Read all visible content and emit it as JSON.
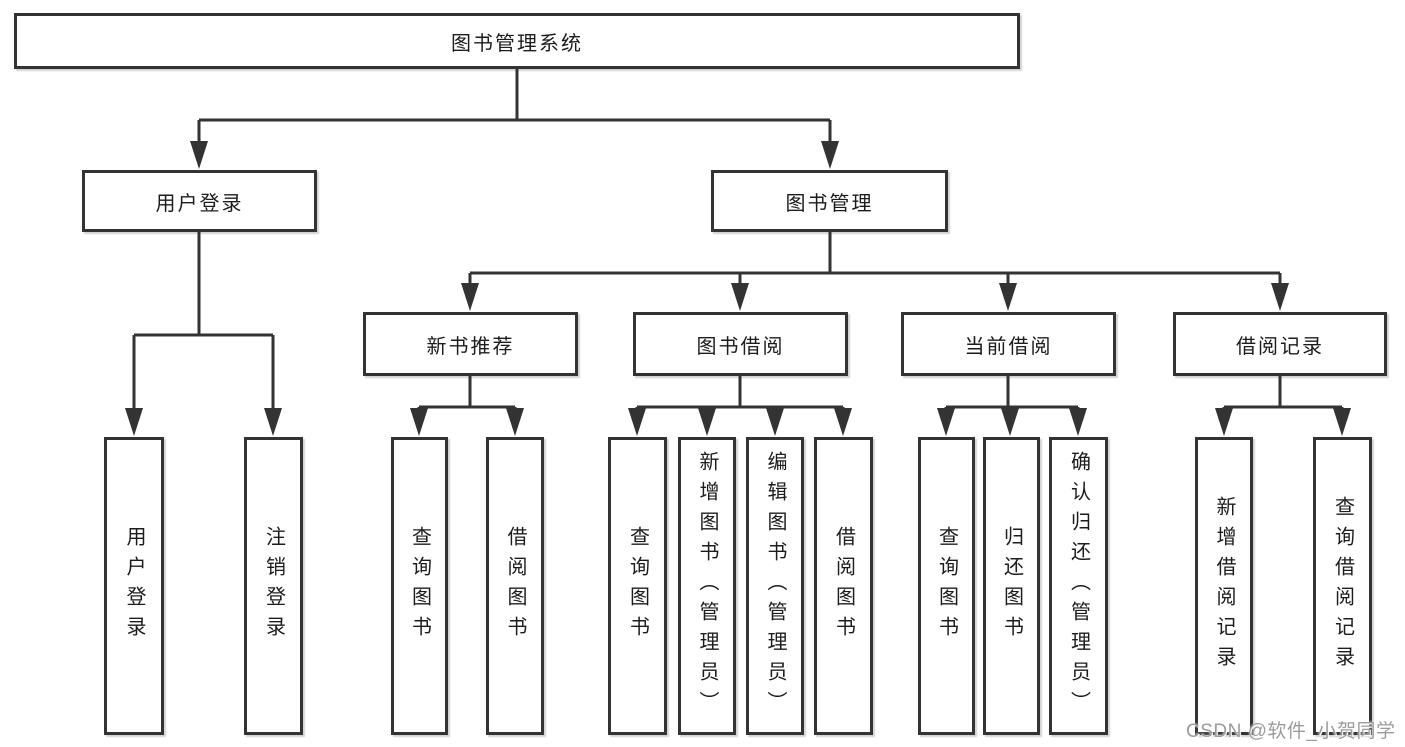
{
  "tree": {
    "label": "图书管理系统",
    "children": [
      {
        "label": "用户登录",
        "children": [
          {
            "label": "用户登录"
          },
          {
            "label": "注销登录"
          }
        ]
      },
      {
        "label": "图书管理",
        "children": [
          {
            "label": "新书推荐",
            "children": [
              {
                "label": "查询图书"
              },
              {
                "label": "借阅图书"
              }
            ]
          },
          {
            "label": "图书借阅",
            "children": [
              {
                "label": "查询图书"
              },
              {
                "label": "新增图书（管理员）"
              },
              {
                "label": "编辑图书（管理员）"
              },
              {
                "label": "借阅图书"
              }
            ]
          },
          {
            "label": "当前借阅",
            "children": [
              {
                "label": "查询图书"
              },
              {
                "label": "归还图书"
              },
              {
                "label": "确认归还（管理员）"
              }
            ]
          },
          {
            "label": "借阅记录",
            "children": [
              {
                "label": "新增借阅记录"
              },
              {
                "label": "查询借阅记录"
              }
            ]
          }
        ]
      }
    ]
  },
  "watermark": {
    "text": "CSDN @软件_小贺同学"
  },
  "colors": {
    "line": "#333333",
    "text": "#1c1c1c",
    "watermark": "#9c9c9c",
    "background": "#ffffff"
  }
}
